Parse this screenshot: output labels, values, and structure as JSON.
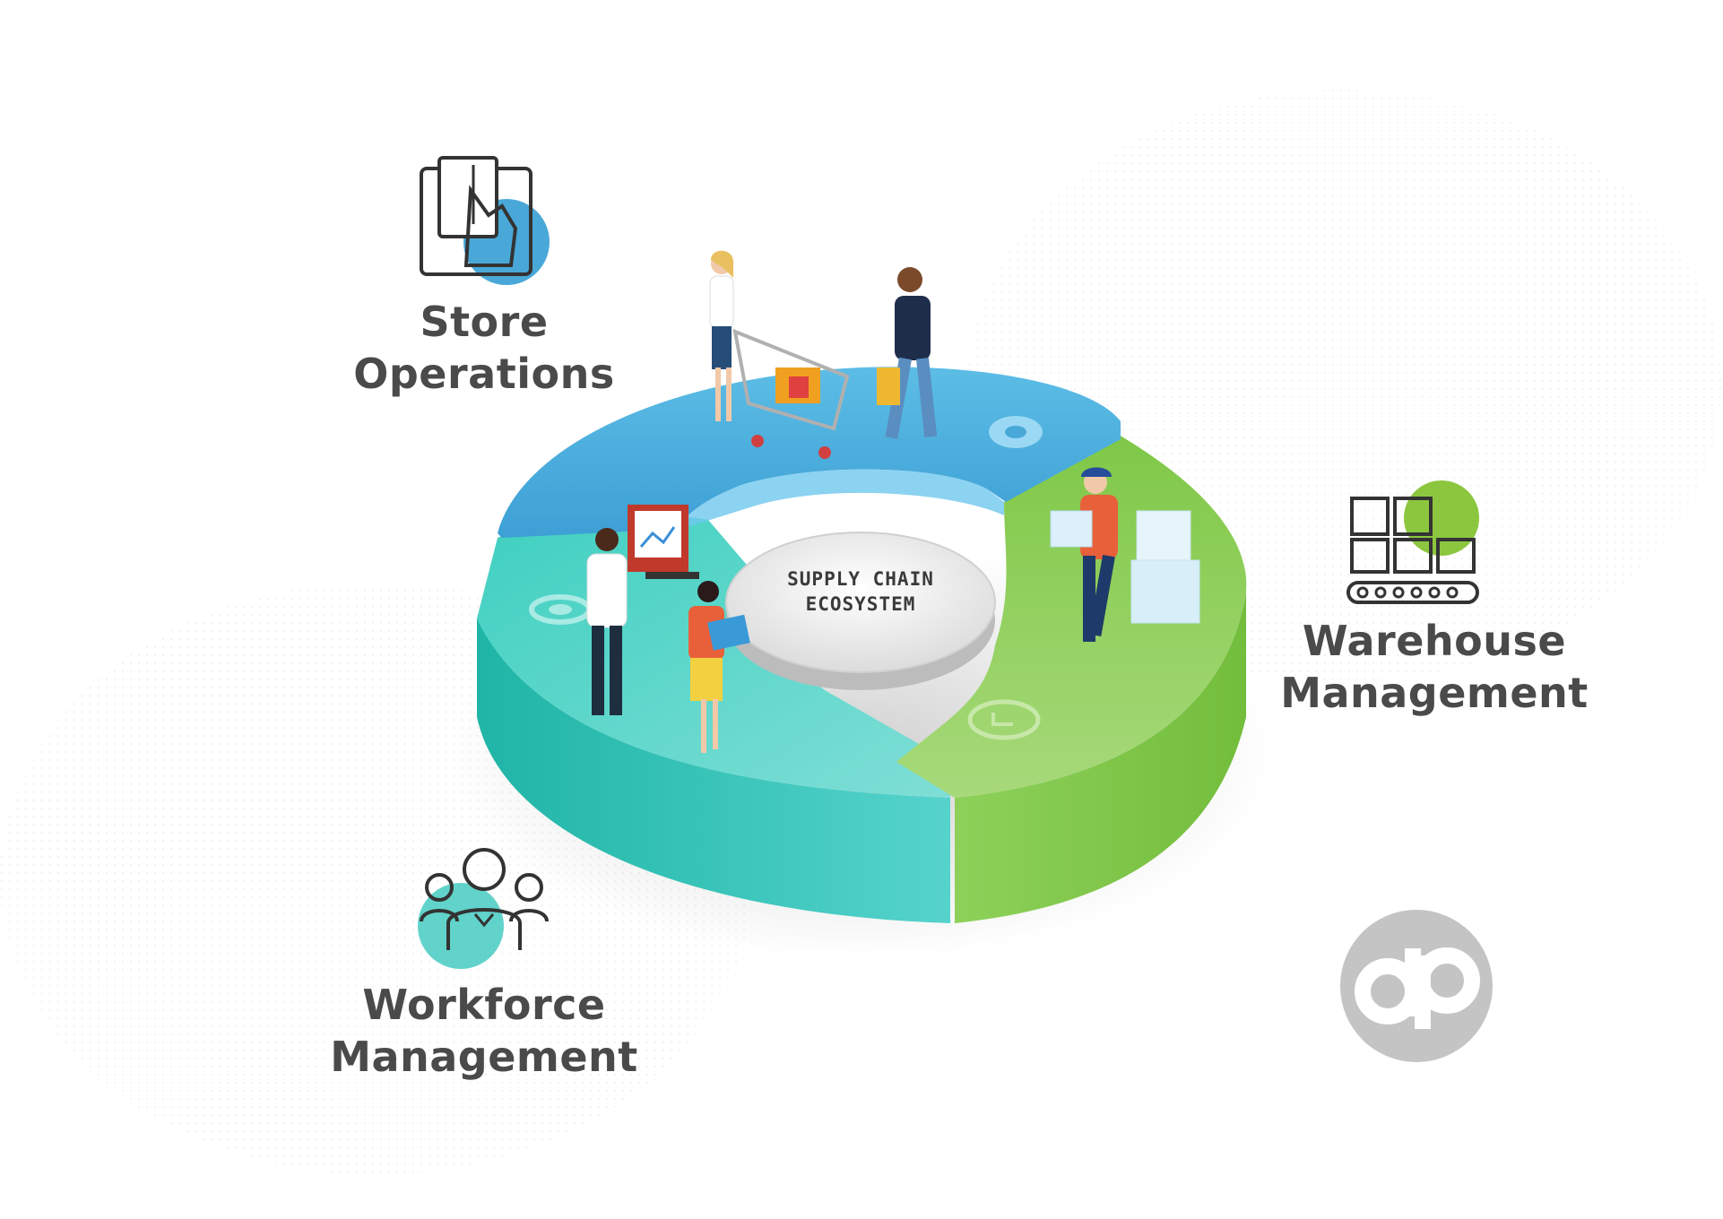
{
  "diagram": {
    "center": {
      "line1": "SUPPLY CHAIN",
      "line2": "ECOSYSTEM"
    },
    "sections": [
      {
        "id": "store",
        "line1": "Store",
        "line2": "Operations",
        "icon": "card-payment-icon",
        "color": "#4aa8d8"
      },
      {
        "id": "warehouse",
        "line1": "Warehouse",
        "line2": "Management",
        "icon": "conveyor-boxes-icon",
        "color": "#8cc63f"
      },
      {
        "id": "workforce",
        "line1": "Workforce",
        "line2": "Management",
        "icon": "team-people-icon",
        "color": "#2cc4b8"
      }
    ]
  },
  "colors": {
    "store_blue": "#4aa8d8",
    "warehouse_green": "#8cc63f",
    "workforce_teal": "#2cc4b8",
    "label_text": "#4a4a4a",
    "logo_gray": "#c4c4c4"
  }
}
